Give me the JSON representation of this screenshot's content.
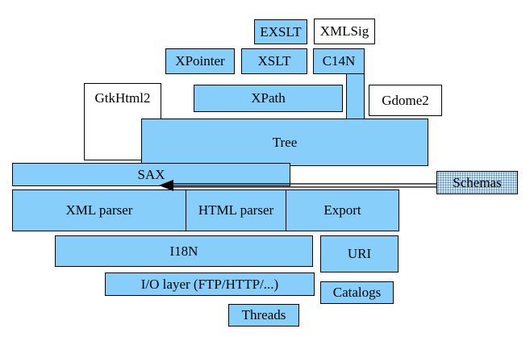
{
  "colors": {
    "background": "#FFFFFF",
    "box_fill": "#87CEFA",
    "box_border": "#000000",
    "arrow": "#000000",
    "schemas_dot": "#4A86B8"
  },
  "nodes": {
    "exslt": {
      "label": "EXSLT"
    },
    "xmlsig": {
      "label": "XMLSig"
    },
    "xpointer": {
      "label": "XPointer"
    },
    "xslt": {
      "label": "XSLT"
    },
    "c14n": {
      "label": "C14N"
    },
    "gtkhtml2": {
      "label": "GtkHtml2"
    },
    "xpath": {
      "label": "XPath"
    },
    "gdome2": {
      "label": "Gdome2"
    },
    "tree": {
      "label": "Tree"
    },
    "sax": {
      "label": "SAX"
    },
    "schemas": {
      "label": "Schemas"
    },
    "xml_parser": {
      "label": "XML parser"
    },
    "html_parser": {
      "label": "HTML parser"
    },
    "export": {
      "label": "Export"
    },
    "i18n": {
      "label": "I18N"
    },
    "uri": {
      "label": "URI"
    },
    "io_layer": {
      "label": "I/O layer (FTP/HTTP/...)"
    },
    "catalogs": {
      "label": "Catalogs"
    },
    "threads": {
      "label": "Threads"
    }
  }
}
